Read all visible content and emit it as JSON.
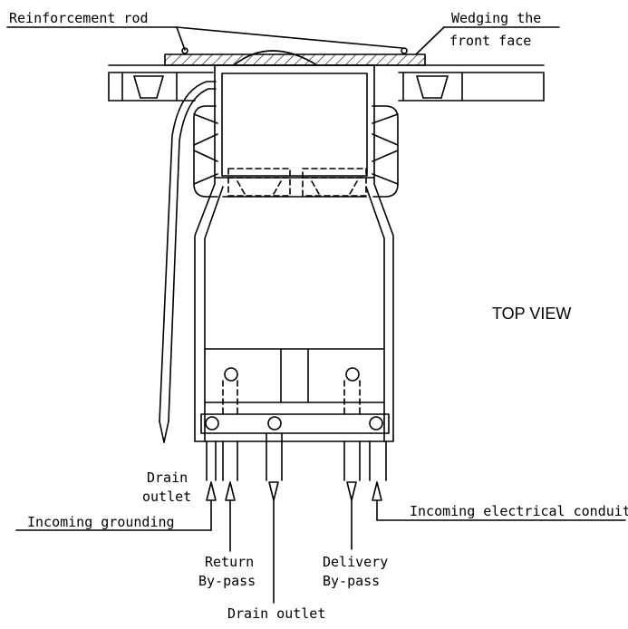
{
  "labels": {
    "reinforcement_rod": "Reinforcement rod",
    "wedging_line1": "Wedging the",
    "wedging_line2": "front face",
    "top_view": "TOP VIEW",
    "drain_outlet_left_line1": "Drain",
    "drain_outlet_left_line2": "outlet",
    "incoming_grounding": "Incoming grounding",
    "incoming_electrical_conduit": "Incoming electrical conduit",
    "return_line1": "Return",
    "return_line2": "By-pass",
    "delivery_line1": "Delivery",
    "delivery_line2": "By-pass",
    "drain_outlet_bottom": "Drain outlet"
  },
  "colors": {
    "line": "#000000",
    "background": "#ffffff"
  }
}
